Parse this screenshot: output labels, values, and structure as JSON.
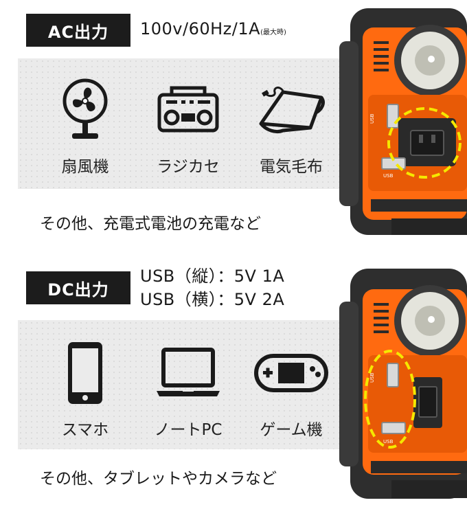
{
  "ac": {
    "title": "AC出力",
    "spec_main": "100v/60Hz/1A",
    "spec_small": "(最大時)",
    "items": [
      {
        "label": "扇風機",
        "icon": "fan-icon"
      },
      {
        "label": "ラジカセ",
        "icon": "boombox-icon"
      },
      {
        "label": "電気毛布",
        "icon": "electric-blanket-icon"
      }
    ],
    "note": "その他、充電式電池の充電など"
  },
  "dc": {
    "title": "DC出力",
    "spec_line1": "USB（縦）：5V 1A",
    "spec_line2": "USB（横）：5V 2A",
    "items": [
      {
        "label": "スマホ",
        "icon": "smartphone-icon"
      },
      {
        "label": "ノートPC",
        "icon": "laptop-icon"
      },
      {
        "label": "ゲーム機",
        "icon": "game-console-icon"
      }
    ],
    "note": "その他、タブレットやカメラなど"
  },
  "device": {
    "usb_label": "USB"
  },
  "colors": {
    "label_bg": "#1c1c1c",
    "panel_bg": "#ebebeb",
    "device_orange": "#ff6a10",
    "highlight": "#f5e800"
  }
}
